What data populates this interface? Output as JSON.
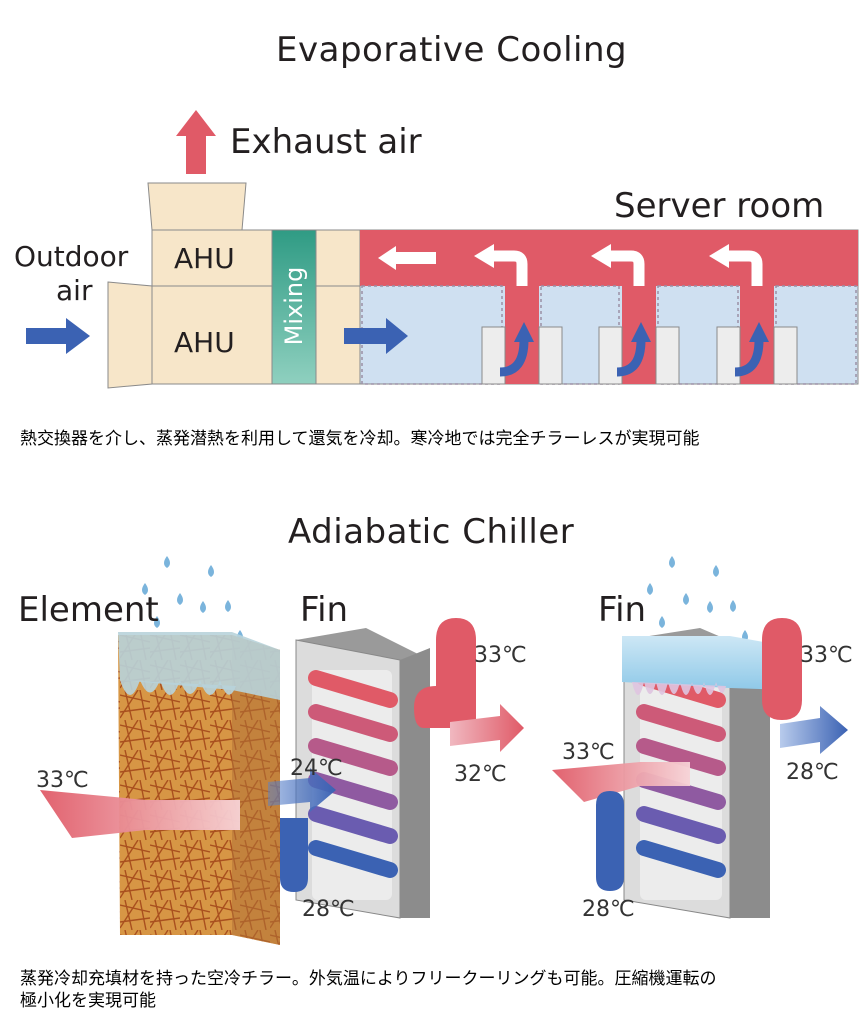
{
  "evap": {
    "title": "Evaporative Cooling",
    "exhaust": "Exhaust air",
    "server_room": "Server room",
    "outdoor_line1": "Outdoor",
    "outdoor_line2": "air",
    "ahu_top": "AHU",
    "ahu_bottom": "AHU",
    "mixing": "Mixing",
    "caption": "熱交換器を介し、蒸発潜熱を利用して還気を冷却。寒冷地では完全チラーレスが実現可能"
  },
  "adiabatic": {
    "title": "Adiabatic Chiller",
    "element": "Element",
    "fin_left": "Fin",
    "fin_right": "Fin",
    "t_in_left": "33℃",
    "t_mid_left": "24℃",
    "t_water_top_left": "33℃",
    "t_out_left": "32℃",
    "t_water_bottom_left": "28℃",
    "t_in_right": "33℃",
    "t_water_top_right": "33℃",
    "t_out_right": "28℃",
    "t_water_bottom_right": "28℃",
    "caption_line1": "蒸発冷却充填材を持った空冷チラー。外気温によりフリークーリングも可能。圧縮機運転の",
    "caption_line2": "極小化を実現可能"
  },
  "colors": {
    "hot": "#e05a67",
    "cold": "#3b62b3",
    "cool_zone": "#cfe0f1",
    "ahu": "#f7e6c9",
    "mixing": "#2f9b84",
    "element": "#c98a3c"
  }
}
